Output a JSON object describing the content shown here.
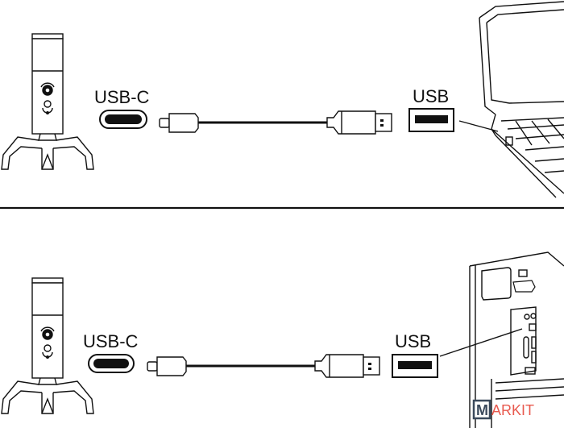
{
  "top_panel": {
    "mic_port_label": "USB-C",
    "computer_port_label": "USB",
    "target_device": "laptop"
  },
  "bottom_panel": {
    "mic_port_label": "USB-C",
    "computer_port_label": "USB",
    "target_device": "desktop-tower"
  },
  "watermark": {
    "text": "MARKIT",
    "colors": {
      "box": "#3b4a5c",
      "text": "#e85a4f"
    }
  }
}
